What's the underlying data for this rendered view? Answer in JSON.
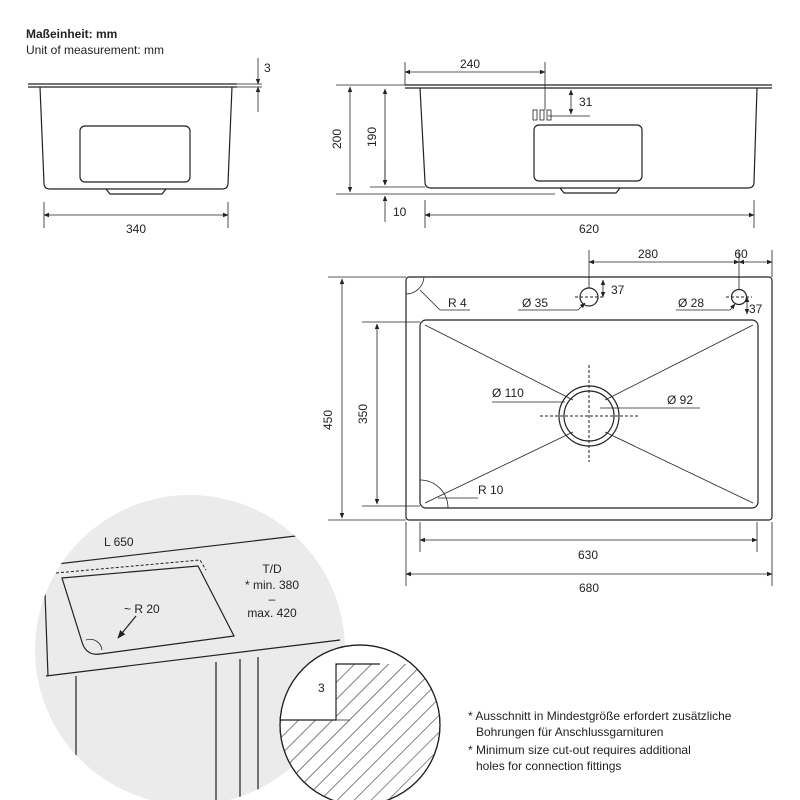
{
  "header": {
    "unit_de": "Maßeinheit: mm",
    "unit_en": "Unit of measurement: mm"
  },
  "side_view": {
    "thickness": "3",
    "depth": "340"
  },
  "front_view": {
    "tap_offset": "240",
    "tap_height": "31",
    "height_total": "200",
    "height_bowl": "190",
    "flange": "10",
    "width_bottom": "620"
  },
  "top_view": {
    "hole_offset": "280",
    "hole_edge": "60",
    "hole_inset_left": "37",
    "hole_inset_right": "37",
    "corner_radius": "R 4",
    "hole_large": "Ø 35",
    "hole_small": "Ø 28",
    "drain_outer": "Ø 110",
    "drain_inner": "Ø 92",
    "bowl_radius": "R 10",
    "height_outer": "450",
    "height_inner": "350",
    "width_inner": "630",
    "width_outer": "680"
  },
  "detail": {
    "length": "L 650",
    "depth_label": "T/D",
    "min_depth": "* min. 380",
    "dash": "–",
    "max_depth": "max. 420",
    "radius": "~ R 20",
    "thickness": "3"
  },
  "notes": {
    "de_line1": "* Ausschnitt in Mindestgröße erfordert zusätzliche",
    "de_line2": "Bohrungen für Anschlussgarnituren",
    "en_line1": "* Minimum size cut-out requires additional",
    "en_line2": "holes for connection fittings"
  },
  "colors": {
    "line": "#222222",
    "circle_fill": "#ebebeb",
    "background": "#ffffff"
  }
}
